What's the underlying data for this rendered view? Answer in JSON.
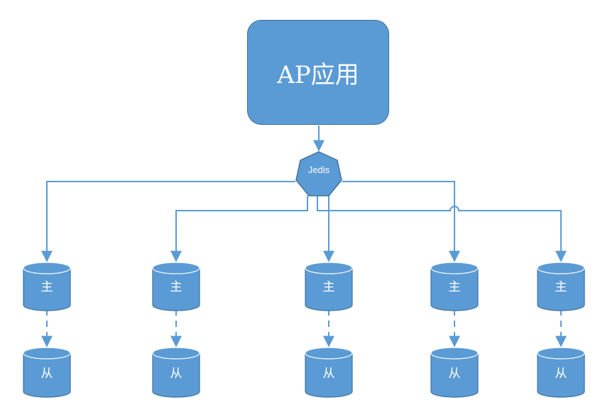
{
  "app": {
    "label": "AP应用"
  },
  "client": {
    "label": "Jedis"
  },
  "nodes": [
    {
      "master_label": "主",
      "slave_label": "从"
    },
    {
      "master_label": "主",
      "slave_label": "从"
    },
    {
      "master_label": "主",
      "slave_label": "从"
    },
    {
      "master_label": "主",
      "slave_label": "从"
    },
    {
      "master_label": "主",
      "slave_label": "从"
    }
  ],
  "colors": {
    "fill": "#5b9bd5",
    "stroke": "#41719c",
    "line": "#5b9bd5",
    "text": "#ffffff"
  }
}
